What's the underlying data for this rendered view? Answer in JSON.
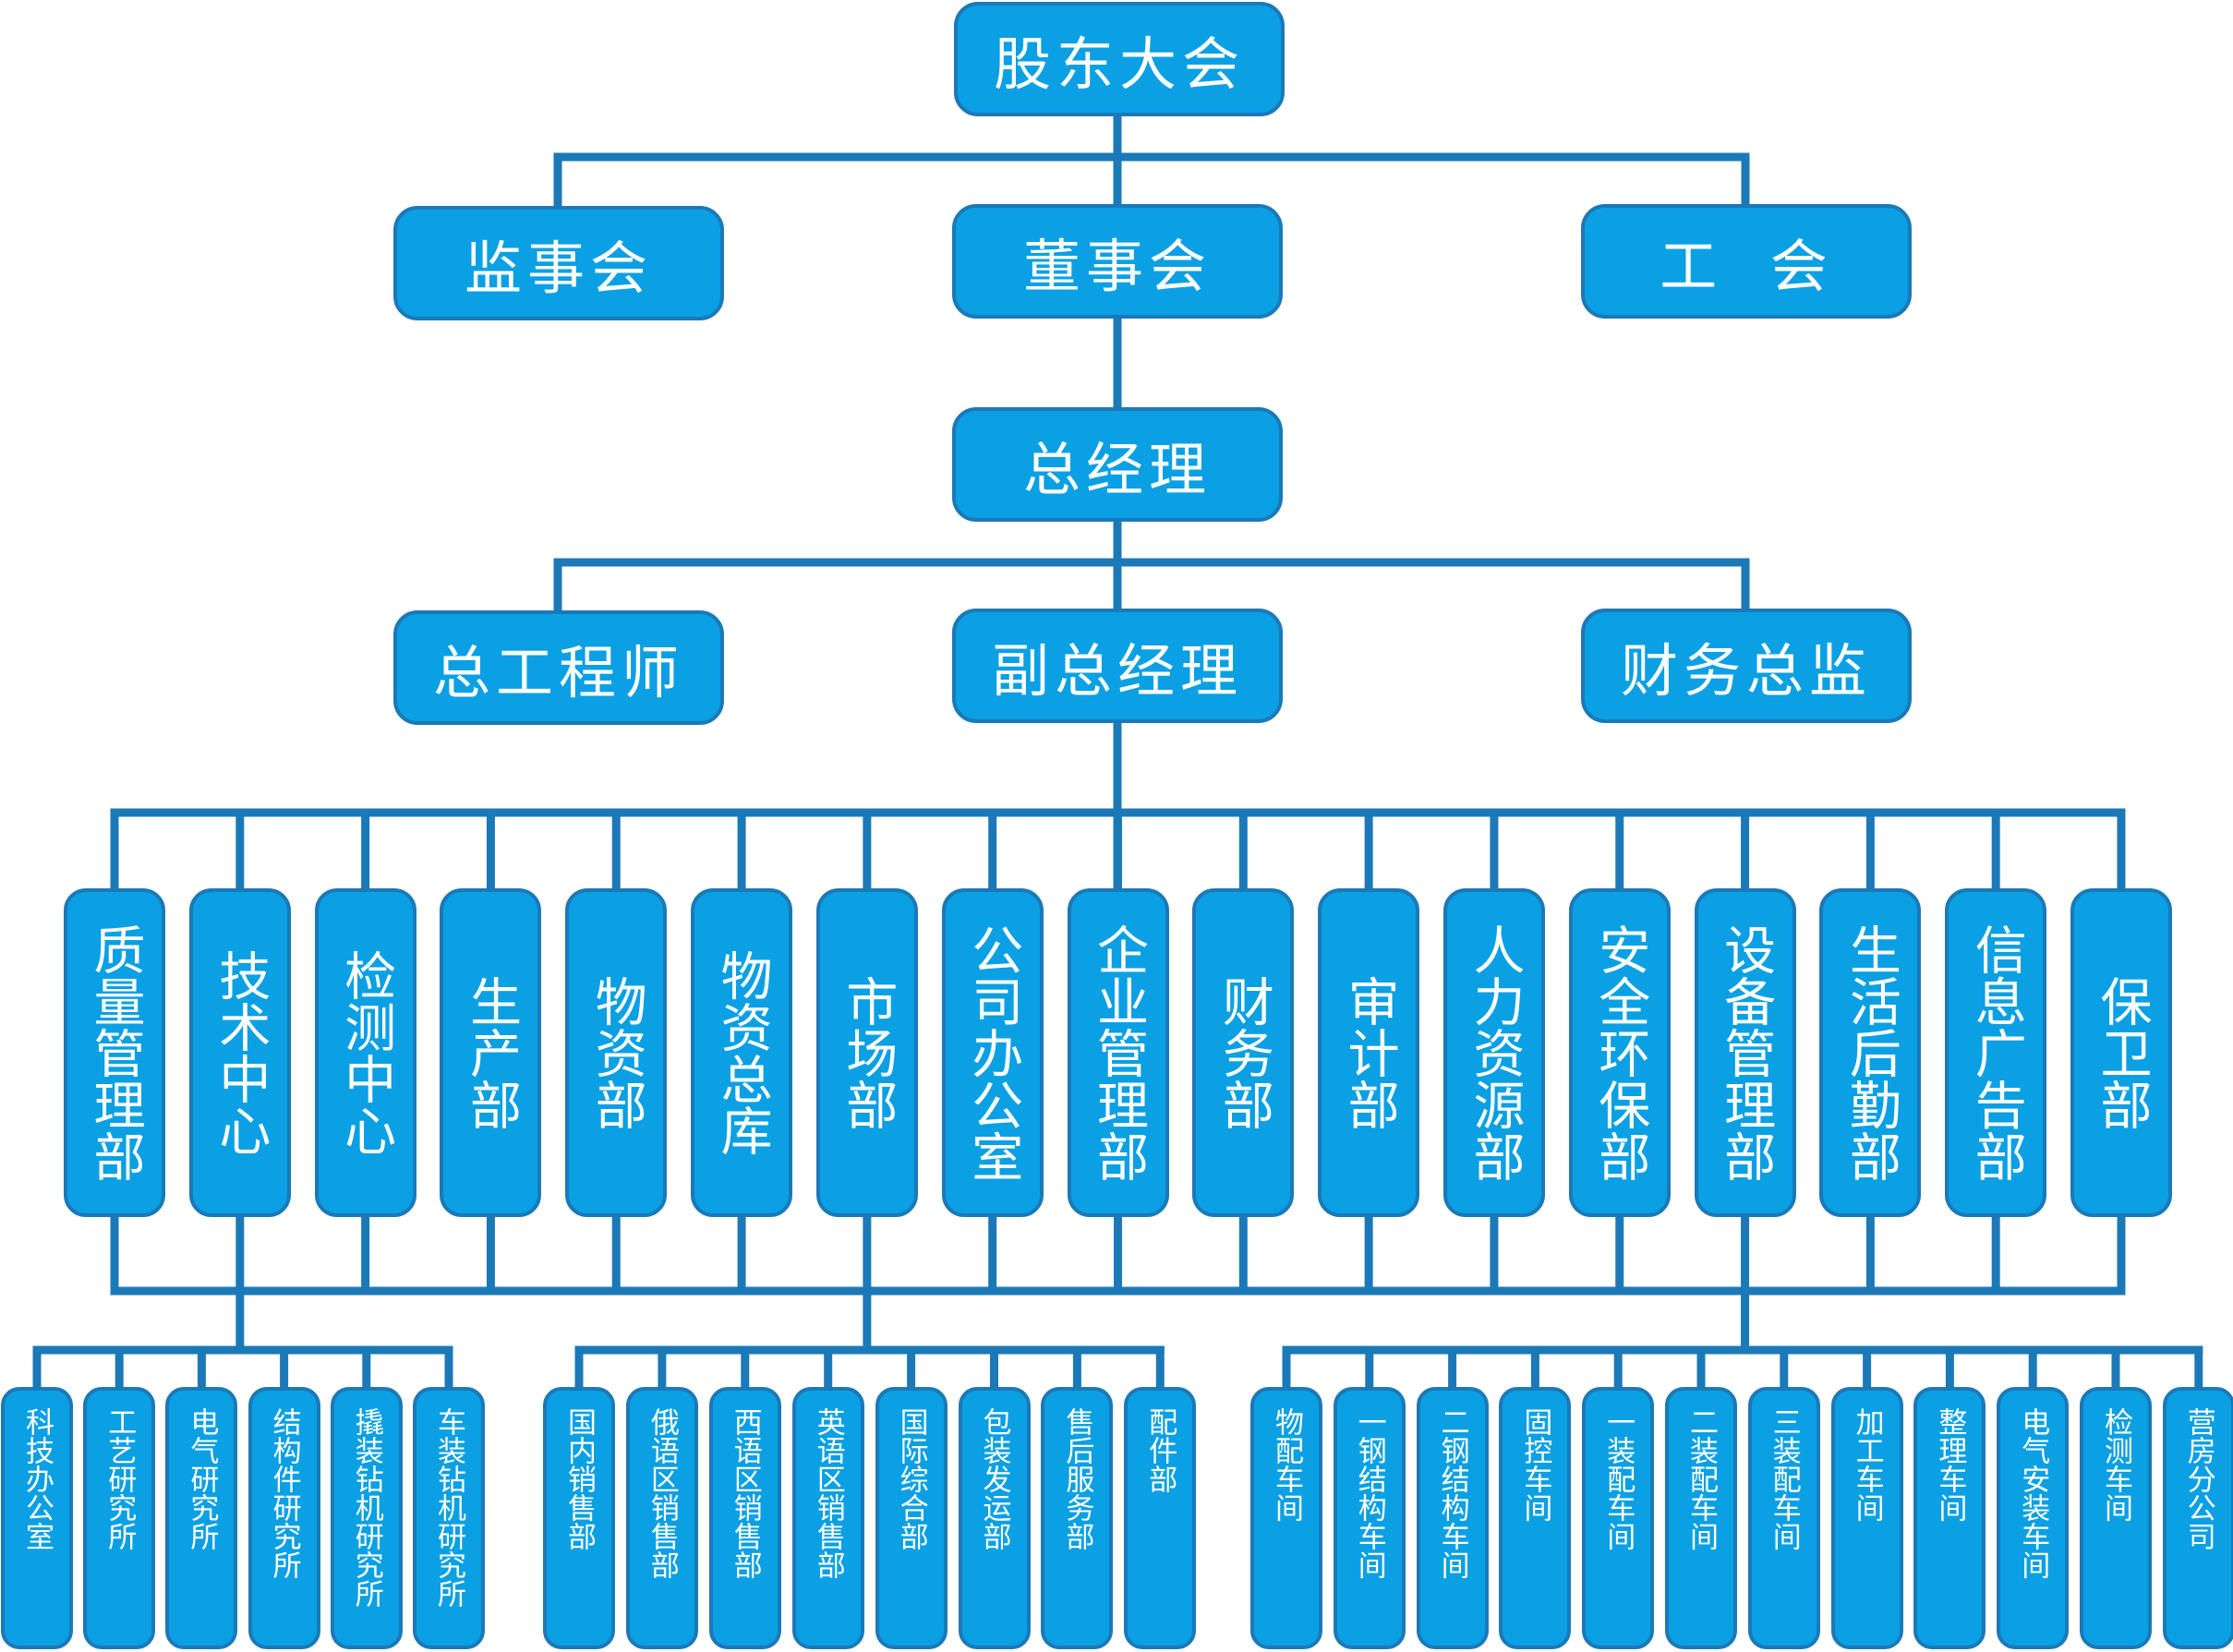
{
  "colors": {
    "box_fill": "#0ba0e4",
    "box_border": "#1b79b8",
    "line": "#1b79b8",
    "text": "#ffffff"
  },
  "top": {
    "shareholders": "股东大会",
    "supervisors": "监事会",
    "board": "董事会",
    "union": "工  会",
    "gm": "总经理",
    "chief_engineer": "总工程师",
    "deputy_gm": "副总经理",
    "cfo": "财务总监"
  },
  "departments": [
    "质量管理部",
    "技术中心",
    "检测中心",
    "生产部",
    "物资部",
    "物资总库",
    "市场部",
    "公司办公室",
    "企业管理部",
    "财务部",
    "审计部",
    "人力资源部",
    "安全环保部",
    "设备管理部",
    "生活后勤部",
    "信息广告部",
    "保卫部"
  ],
  "tech_units": [
    "科技办公室",
    "工艺研究所",
    "电气研究所",
    "结构件研究所",
    "撬装钻机研究所",
    "车装钻机研究所"
  ],
  "market_units": [
    "国内销售部",
    "俄语区销售部",
    "西语区销售部",
    "英语区销售部",
    "国际综合部",
    "包装发运部",
    "售后服务部",
    "配件部"
  ],
  "production_units": [
    "物配车间",
    "一钢结构车间",
    "二钢结构车间",
    "固控车间",
    "一装配车间",
    "二装配车间",
    "三装配车间",
    "加工车间",
    "整理车间",
    "电气安装车间",
    "检测车间",
    "营房分公司"
  ]
}
